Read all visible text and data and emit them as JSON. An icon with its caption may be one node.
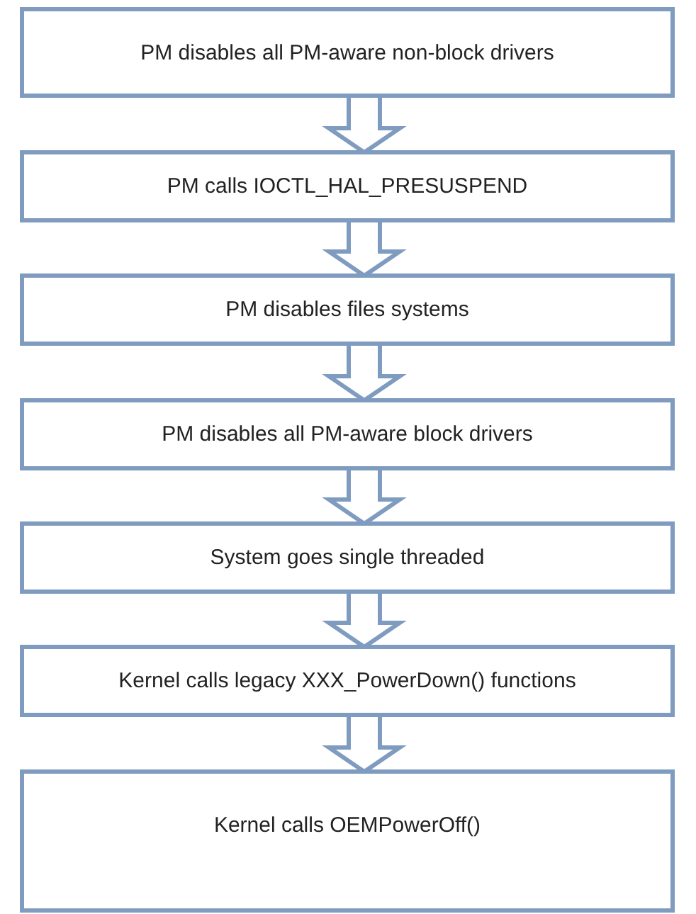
{
  "diagram": {
    "nodes": [
      {
        "text": [
          "PM disables all PM-aware non-block drivers"
        ]
      },
      {
        "text": [
          "PM calls IOCTL_HAL_PRESUSPEND"
        ]
      },
      {
        "text": [
          "PM disables files systems"
        ]
      },
      {
        "text": [
          "PM disables all PM-aware block drivers"
        ]
      },
      {
        "text": [
          "System goes single threaded"
        ]
      },
      {
        "text": [
          "Kernel calls legacy XXX_PowerDown() functions"
        ]
      },
      {
        "text": [
          "Kernel calls OEMPowerOff()"
        ]
      }
    ],
    "edges": [
      {
        "from": 0,
        "to": 1,
        "arrow": "to"
      },
      {
        "from": 1,
        "to": 2,
        "arrow": "to"
      },
      {
        "from": 2,
        "to": 3,
        "arrow": "to"
      },
      {
        "from": 3,
        "to": 4,
        "arrow": "to"
      },
      {
        "from": 4,
        "to": 5,
        "arrow": "to"
      },
      {
        "from": 5,
        "to": 6,
        "arrow": "to"
      }
    ]
  }
}
